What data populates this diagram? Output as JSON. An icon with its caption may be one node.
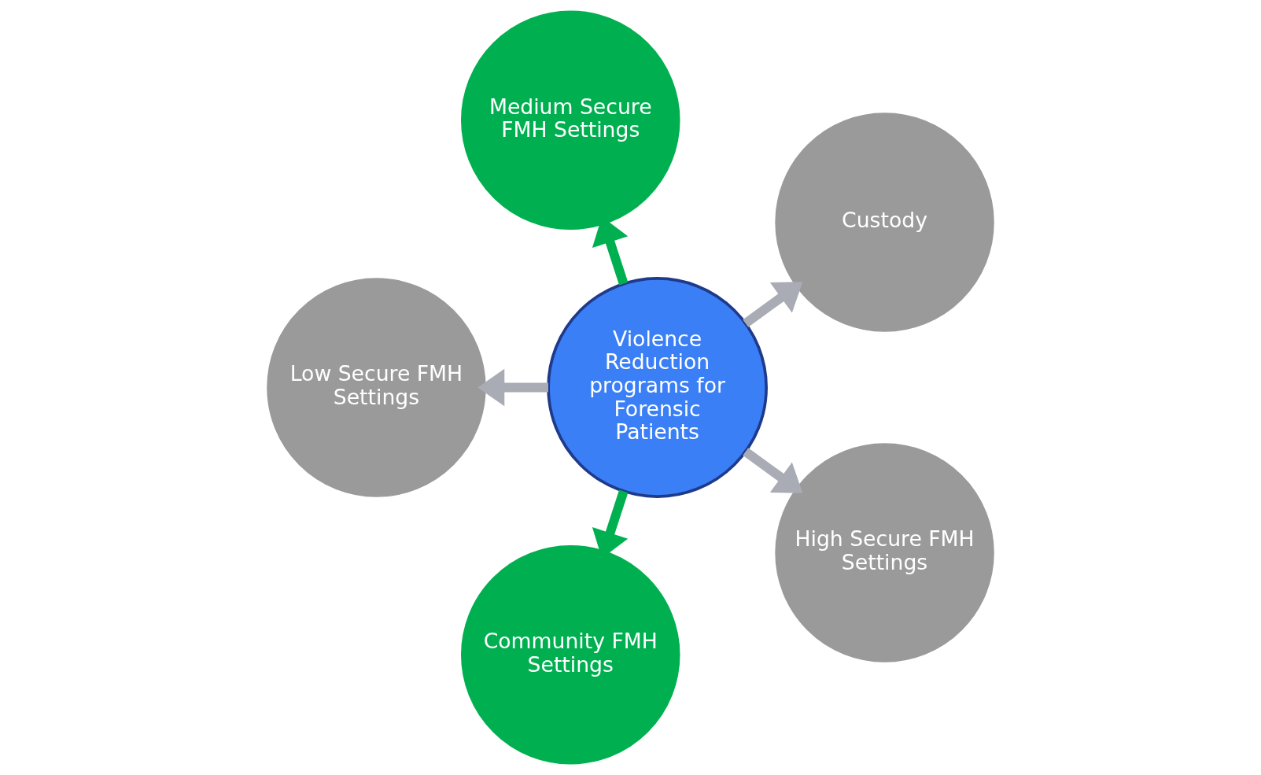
{
  "diagram": {
    "nodes": [
      {
        "text": [
          "Violence Reduction programs for Forensic Patients"
        ]
      },
      {
        "text": [
          "Custody"
        ]
      },
      {
        "text": [
          "Medium Secure FMH Settings"
        ]
      },
      {
        "text": [
          "Low Secure FMH Settings"
        ]
      },
      {
        "text": [
          "Community FMH Settings"
        ]
      },
      {
        "text": [
          "High Secure FMH Settings"
        ]
      }
    ],
    "edges": [
      {
        "from": 0,
        "to": 1,
        "arrow": "to"
      },
      {
        "from": 0,
        "to": 2,
        "arrow": "to",
        "color": "#00b050"
      },
      {
        "from": 0,
        "to": 3,
        "arrow": "to"
      },
      {
        "from": 0,
        "to": 4,
        "arrow": "to",
        "color": "#00b050"
      },
      {
        "from": 0,
        "to": 5,
        "arrow": "to"
      }
    ]
  }
}
